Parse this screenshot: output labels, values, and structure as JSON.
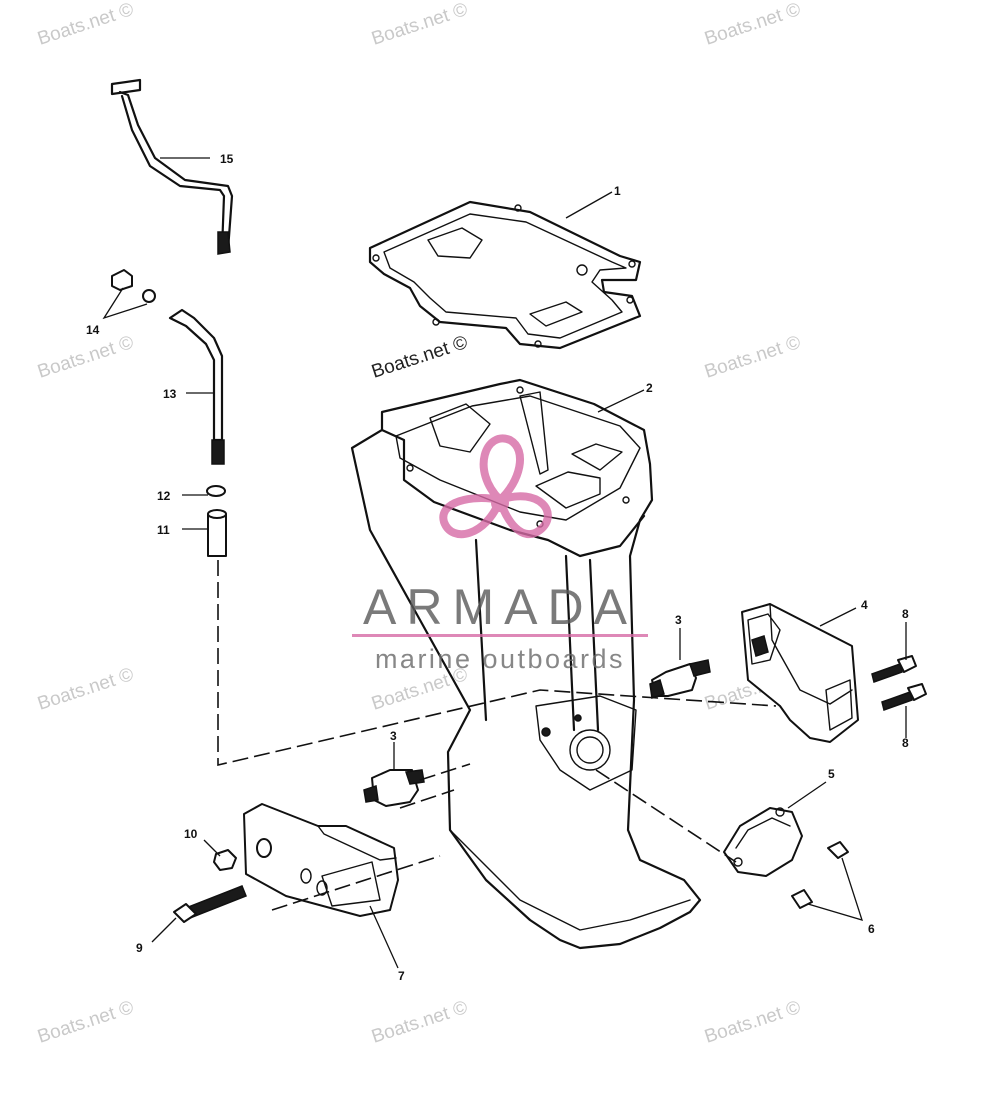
{
  "watermark": {
    "text": "Boats.net ©"
  },
  "logo": {
    "name": "ARMADA",
    "tagline": "marine outboards",
    "color": "#d76ba6"
  },
  "callouts": {
    "c1": "1",
    "c2": "2",
    "c3a": "3",
    "c3b": "3",
    "c4": "4",
    "c5": "5",
    "c6": "6",
    "c7": "7",
    "c8a": "8",
    "c8b": "8",
    "c9": "9",
    "c10": "10",
    "c11": "11",
    "c12": "12",
    "c13": "13",
    "c14": "14",
    "c15": "15"
  }
}
